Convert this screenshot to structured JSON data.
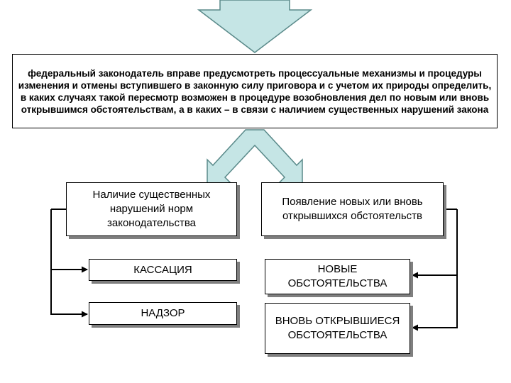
{
  "main_text": "федеральный законодатель вправе предусмотреть процессуальные механизмы и процедуры изменения и отмены вступившего в законную силу приговора и с учетом их природы определить, в каких случаях такой пересмотр возможен в процедуре возобновления дел по новым или вновь открывшимся обстоятельствам, а в каких – в связи с наличием существенных нарушений закона",
  "left_column": {
    "header": "Наличие существенных нарушений норм законодательства",
    "item1": "КАССАЦИЯ",
    "item2": "НАДЗОР"
  },
  "right_column": {
    "header": "Появление новых или вновь открывшихся обстоятельств",
    "item1": "НОВЫЕ ОБСТОЯТЕЛЬСТВА",
    "item2": "ВНОВЬ ОТКРЫВШИЕСЯ ОБСТОЯТЕЛЬСТВА"
  },
  "colors": {
    "arrow_fill": "#c5e5e5",
    "arrow_stroke": "#5a8a8a",
    "shadow": "#7f7f7f",
    "border": "#000000"
  }
}
